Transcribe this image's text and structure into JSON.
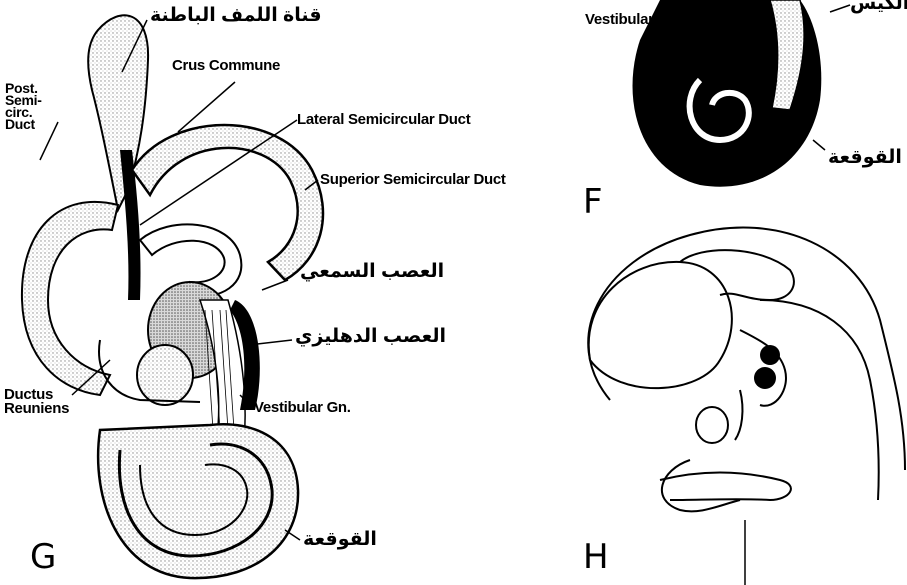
{
  "panels": {
    "g": "G",
    "f": "F",
    "h": "H"
  },
  "labels_g": {
    "endolymphatic_duct": "قناة اللمف الباطنة",
    "crus_commune": "Crus Commune",
    "post_semicirc_duct": [
      "Post.",
      "Semi-",
      "circ.",
      "Duct"
    ],
    "lateral_semicircular_duct": "Lateral Semicircular Duct",
    "superior_semicircular_duct": "Superior Semicircular Duct",
    "cochlear_nerve": "العصب السمعي",
    "vestibular_nerve": "العصب الدهليزي",
    "ductus_reuniens": [
      "Ductus",
      "Reuniens"
    ],
    "vestibular_gn": "Vestibular Gn.",
    "cochlea": "القوقعة"
  },
  "labels_f": {
    "vestibular_gn": "Vestibular Gn",
    "top_right_partial": "الكيس",
    "cochlea": "القوقعة"
  },
  "colors": {
    "ink": "#000000",
    "paper": "#ffffff",
    "stipple": "#8a8a8a"
  }
}
